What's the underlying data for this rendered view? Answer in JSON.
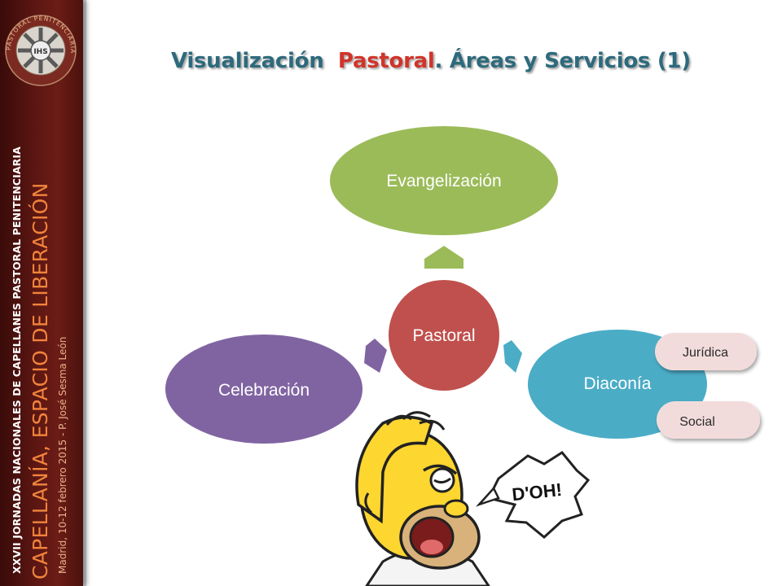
{
  "slide": {
    "title_part1": "Visualización",
    "title_part2": "Pastoral",
    "title_part3": ". Áreas y Servicios (1)"
  },
  "sidebar": {
    "line1": "XXVII JORNADAS NACIONALES DE CAPELLANES PASTORAL PENITENCIARIA",
    "line2": "CAPELLANÍA, ESPACIO DE LIBERACIÓN",
    "line3": "Madrid, 10-12  febrero 2015     -     P. José Sesma León",
    "logo_center": "IHS",
    "logo_ring_text": "PASTORAL PENITENCIARIA"
  },
  "diagram": {
    "center": "Pastoral",
    "top": "Evangelización",
    "right": "Diaconía",
    "left": "Celebración",
    "sub_items": [
      "Jurídica",
      "Social"
    ]
  },
  "cartoon": {
    "speech": "D'OH!"
  },
  "colors": {
    "center": "#c0504d",
    "top": "#9bbb59",
    "right": "#4bacc6",
    "left": "#8064a2",
    "pill": "#f2dcdb",
    "title": "#2d6a7c",
    "title_accent": "#d0342a",
    "sidebar": "#5e1713"
  }
}
